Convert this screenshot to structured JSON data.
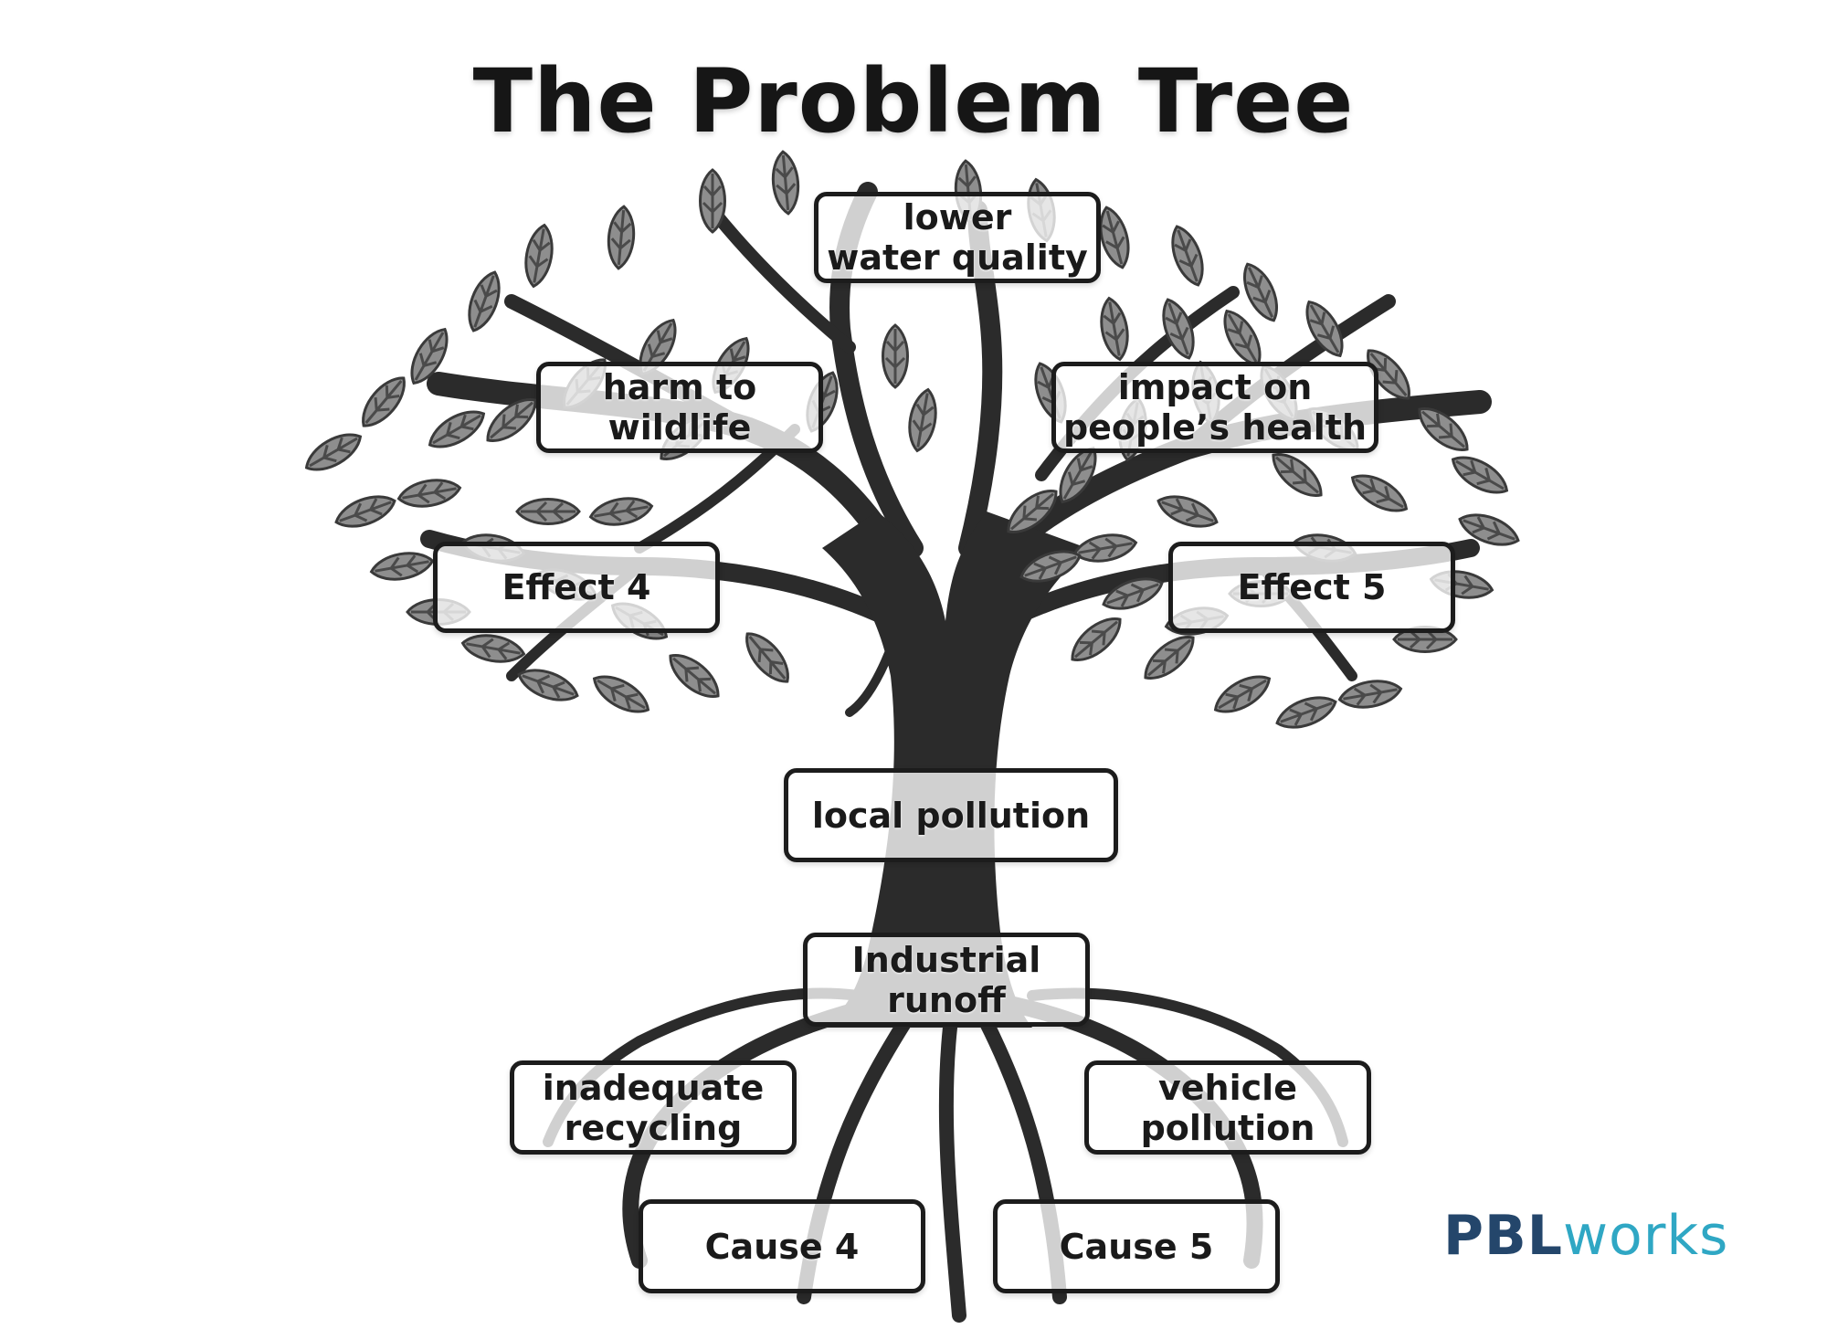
{
  "title": "The Problem Tree",
  "effects": {
    "top": [
      "lower",
      "water quality"
    ],
    "left": [
      "harm to",
      "wildlife"
    ],
    "right": [
      "impact on",
      "people’s health"
    ],
    "effect4": "Effect 4",
    "effect5": "Effect 5"
  },
  "problem": "local pollution",
  "causes": {
    "main": [
      "Industrial",
      "runoff"
    ],
    "left": [
      "inadequate",
      "recycling"
    ],
    "right": [
      "vehicle",
      "pollution"
    ],
    "cause4": "Cause 4",
    "cause5": "Cause 5"
  },
  "logo": {
    "pbl": "PBL",
    "works": "works"
  },
  "colors": {
    "trunk": "#2b2b2b",
    "leaf_fill": "#8e8e8e",
    "leaf_dark": "#4a4a4a",
    "border": "#1c1c1c",
    "logo_blue": "#24466b",
    "logo_teal": "#2fa7c4"
  }
}
